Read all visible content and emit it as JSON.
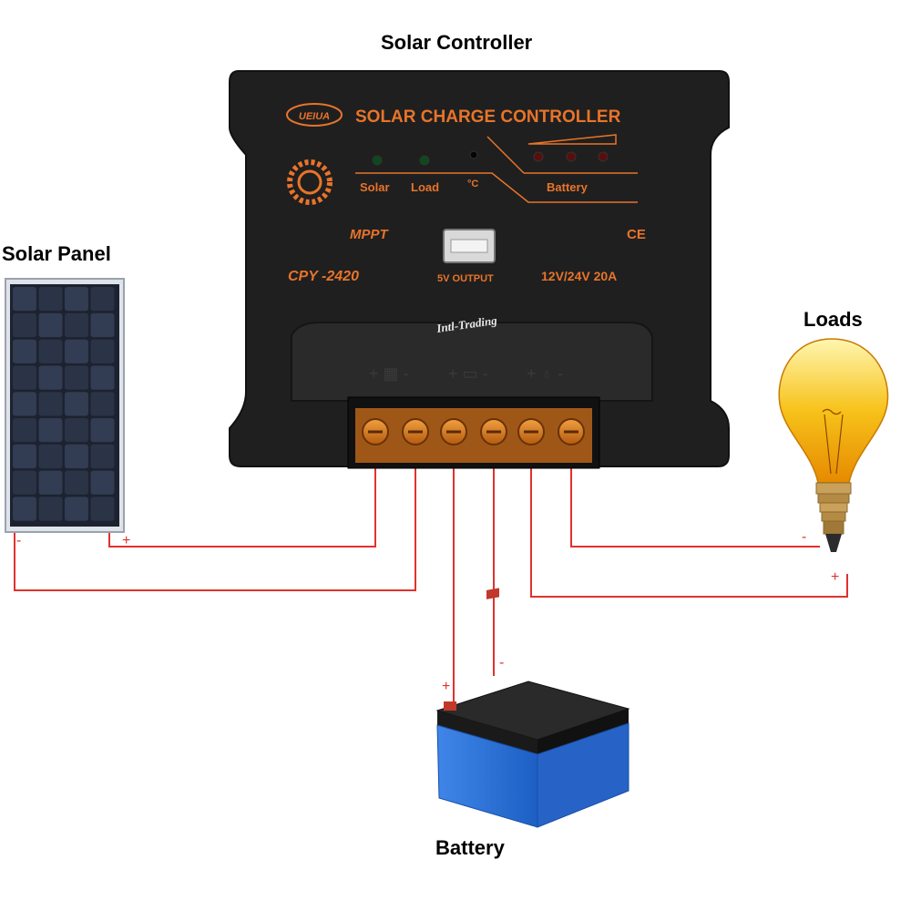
{
  "labels": {
    "controller": "Solar Controller",
    "panel": "Solar Panel",
    "loads": "Loads",
    "battery": "Battery"
  },
  "controller": {
    "brand": "UEIUA",
    "title": "SOLAR CHARGE CONTROLLER",
    "indicators": {
      "solar": "Solar",
      "load": "Load",
      "temp": "°C",
      "battery": "Battery"
    },
    "mppt": "MPPT",
    "ce": "CE",
    "model": "CPY -2420",
    "usb_label": "5V OUTPUT",
    "rating": "12V/24V  20A",
    "watermark": "Intl-Trading"
  },
  "polarity": {
    "panel_neg": "-",
    "panel_pos": "+",
    "load_neg": "-",
    "load_pos": "+",
    "battery_pos": "+",
    "battery_neg": "-"
  },
  "colors": {
    "case": "#202020",
    "accent": "#e8742a",
    "wire": "#e0322e",
    "battery_body": "#2f73d6",
    "battery_top": "#222222",
    "bulb": "#f4b400"
  }
}
